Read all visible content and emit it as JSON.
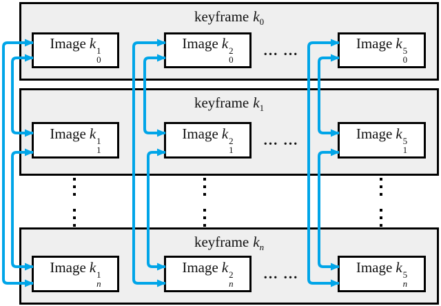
{
  "colors": {
    "arrow": "#00A5E8",
    "keyframe_fill": "#EFEFEF",
    "image_fill": "#FFFFFF",
    "border": "#000000"
  },
  "ellipsis": {
    "horizontal": "... ...",
    "vertical": "⋮⋮"
  },
  "keyframes": [
    {
      "title": {
        "word": "keyframe",
        "var": "k",
        "sub": "0"
      },
      "images": [
        {
          "word": "Image",
          "var": "k",
          "sup": "1",
          "sub": "0"
        },
        {
          "word": "Image",
          "var": "k",
          "sup": "2",
          "sub": "0"
        },
        {
          "word": "Image",
          "var": "k",
          "sup": "5",
          "sub": "0"
        }
      ]
    },
    {
      "title": {
        "word": "keyframe",
        "var": "k",
        "sub": "1"
      },
      "images": [
        {
          "word": "Image",
          "var": "k",
          "sup": "1",
          "sub": "1"
        },
        {
          "word": "Image",
          "var": "k",
          "sup": "2",
          "sub": "1"
        },
        {
          "word": "Image",
          "var": "k",
          "sup": "5",
          "sub": "1"
        }
      ]
    },
    {
      "title": {
        "word": "keyframe",
        "var": "k",
        "sub": "n"
      },
      "images": [
        {
          "word": "Image",
          "var": "k",
          "sup": "1",
          "sub": "n"
        },
        {
          "word": "Image",
          "var": "k",
          "sup": "2",
          "sub": "n"
        },
        {
          "word": "Image",
          "var": "k",
          "sup": "5",
          "sub": "n"
        }
      ]
    }
  ]
}
